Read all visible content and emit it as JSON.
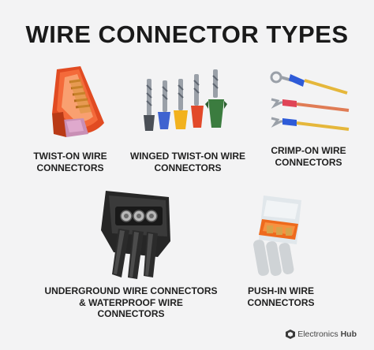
{
  "title": "WIRE CONNECTOR TYPES",
  "items": [
    {
      "line1": "TWIST-ON WIRE",
      "line2": "CONNECTORS"
    },
    {
      "line1": "WINGED TWIST-ON WIRE",
      "line2": "CONNECTORS"
    },
    {
      "line1": "CRIMP-ON WIRE",
      "line2": "CONNECTORS"
    },
    {
      "line1": "UNDERGROUND WIRE CONNECTORS",
      "line2": "& WATERPROOF WIRE CONNECTORS"
    },
    {
      "line1": "PUSH-IN WIRE",
      "line2": "CONNECTORS"
    }
  ],
  "brand": {
    "name": "Electronics",
    "name2": "Hub",
    "icon": "electronics-hub-logo-icon"
  },
  "colors": {
    "background": "#f3f3f4",
    "text": "#1a1a1a",
    "orange": "#e8501f",
    "blue": "#2e5bd8"
  }
}
